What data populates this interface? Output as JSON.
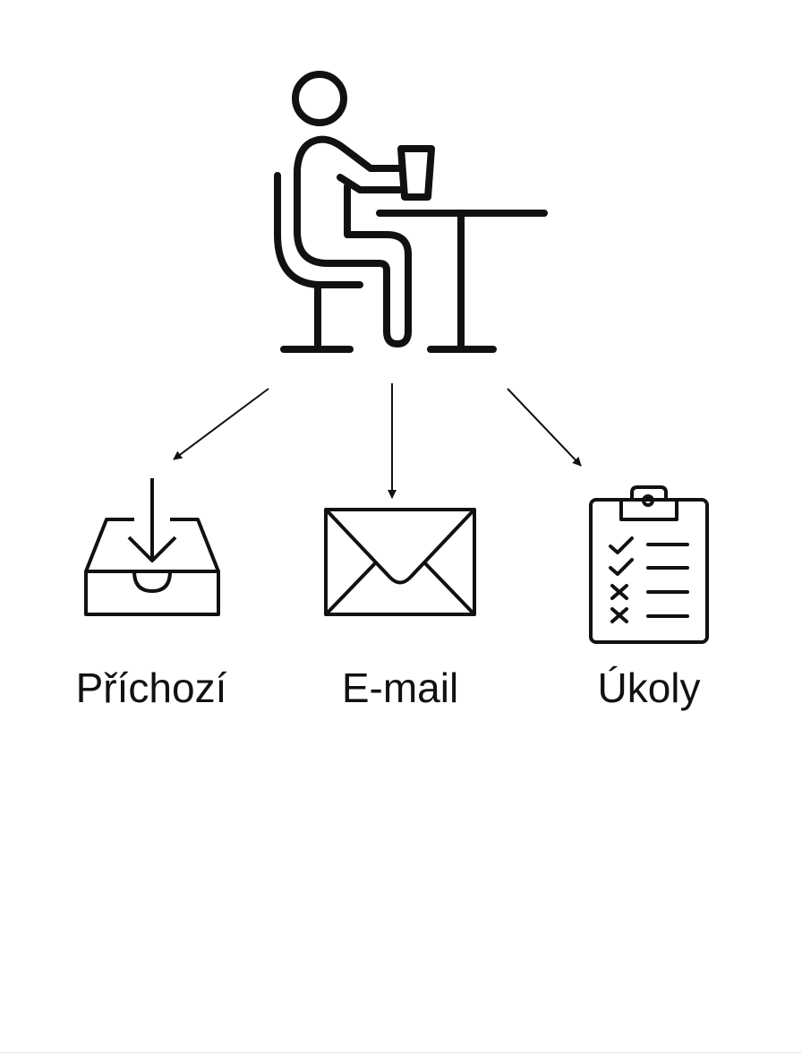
{
  "diagram": {
    "root": {
      "icon": "person-at-desk-icon"
    },
    "branches": [
      {
        "icon": "inbox-download-icon",
        "label": "Příchozí"
      },
      {
        "icon": "envelope-icon",
        "label": "E-mail"
      },
      {
        "icon": "clipboard-checklist-icon",
        "label": "Úkoly"
      }
    ],
    "colors": {
      "stroke": "#111111",
      "background": "#ffffff"
    }
  }
}
